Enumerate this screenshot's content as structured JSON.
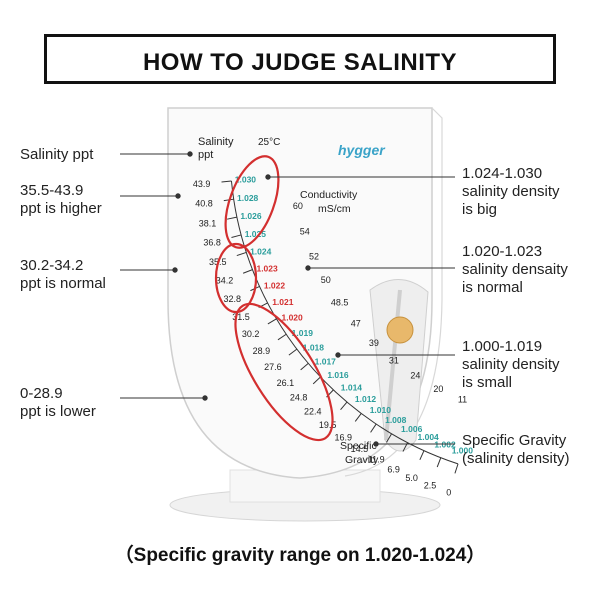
{
  "header": {
    "title": "HOW TO JUDGE SALINITY"
  },
  "device": {
    "brand": "hygger",
    "scale_labels": {
      "salinity": "Salinity",
      "ppt": "ppt",
      "temperature": "25°C",
      "conductivity": "Conductivity",
      "conductivity_unit": "mS/cm",
      "specific": "Specific",
      "gravity": "Gravity"
    },
    "ppt_ticks": [
      "43.9",
      "40.8",
      "38.1",
      "36.8",
      "35.5",
      "34.2",
      "32.8",
      "31.5",
      "30.2",
      "28.9",
      "27.6",
      "26.1",
      "24.8",
      "22.4",
      "19.5",
      "16.9",
      "14.5",
      "11.9",
      "6.9",
      "5.0",
      "2.5",
      "0"
    ],
    "sg_high": [
      "1.030",
      "1.028",
      "1.026",
      "1.025",
      "1.024"
    ],
    "sg_normal": [
      "1.023",
      "1.022",
      "1.021",
      "1.020"
    ],
    "sg_low": [
      "1.019",
      "1.018",
      "1.017",
      "1.016",
      "1.014",
      "1.012",
      "1.010",
      "1.008",
      "1.006",
      "1.004",
      "1.002",
      "1.000"
    ],
    "conductivity_ticks": [
      "60",
      "54",
      "52",
      "50",
      "48.5",
      "47",
      "39",
      "31",
      "24",
      "20",
      "11"
    ]
  },
  "callouts": {
    "salinity_ppt": "Salinity ppt",
    "ppt_high": "35.5-43.9\nppt is higher",
    "ppt_normal": "30.2-34.2\nppt is normal",
    "ppt_low": "0-28.9\nppt is lower",
    "density_big": "1.024-1.030\nsalinity density\nis big",
    "density_normal": "1.020-1.023\nsalinity densaity\nis normal",
    "density_small": "1.000-1.019\nsalinity density\nis small",
    "specific_gravity": "Specific Gravity\n(salinity density)"
  },
  "footer": {
    "note": "（Specific gravity range on 1.020-1.024）"
  },
  "colors": {
    "highlight": "#d32f2f",
    "teal": "#2a9d9b",
    "accent": "#3aa3c8"
  }
}
